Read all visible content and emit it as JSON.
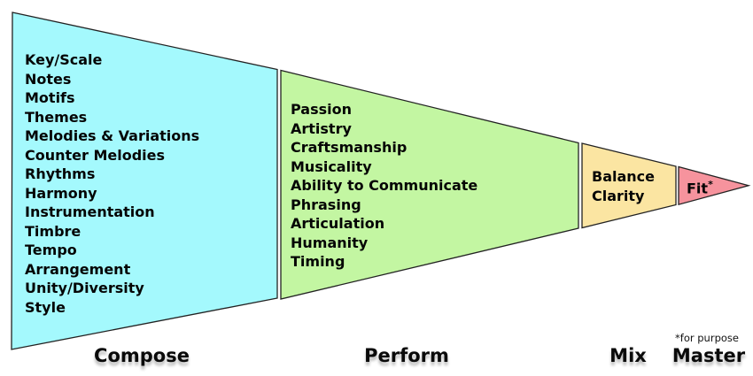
{
  "stages": [
    {
      "label": "Compose",
      "color": "#a4f9fd",
      "items": [
        "Key/Scale",
        "Notes",
        "Motifs",
        "Themes",
        "Melodies & Variations",
        "Counter Melodies",
        "Rhythms",
        "Harmony",
        "Instrumentation",
        "Timbre",
        "Tempo",
        "Arrangement",
        "Unity/Diversity",
        "Style"
      ]
    },
    {
      "label": "Perform",
      "color": "#c3f6a2",
      "items": [
        "Passion",
        "Artistry",
        "Craftsmanship",
        "Musicality",
        "Ability to Communicate",
        "Phrasing",
        "Articulation",
        "Humanity",
        "Timing"
      ]
    },
    {
      "label": "Mix",
      "color": "#fbe5a2",
      "items": [
        "Balance",
        "Clarity"
      ]
    },
    {
      "label": "Master",
      "color": "#f6939d",
      "item_label": "Fit",
      "item_asterisk": "*"
    }
  ],
  "footnote": "*for purpose",
  "border_color": "#222222"
}
